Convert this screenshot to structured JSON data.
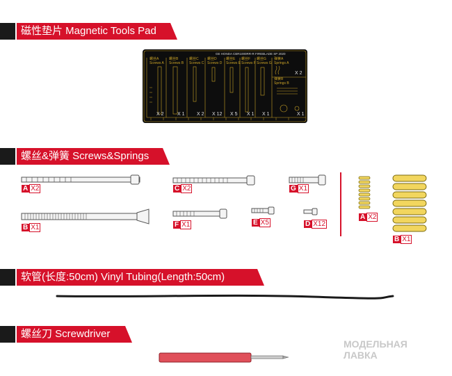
{
  "sections": {
    "pad": {
      "title": "磁性垫片 Magnetic Tools Pad"
    },
    "screws": {
      "title": "螺丝&弹簧 Screws&Springs"
    },
    "tubing": {
      "title": "软管(长度:50cm) Vinyl Tubing(Length:50cm)"
    },
    "driver": {
      "title": "螺丝刀 Screwdriver"
    }
  },
  "pad": {
    "header": "GE HONDA CBR1000RR-R FIREBLADE SP 2020",
    "columns": [
      {
        "cn": "螺丝A",
        "en": "Screws A",
        "count": "X 2"
      },
      {
        "cn": "螺丝B",
        "en": "Screws B",
        "count": "X 1"
      },
      {
        "cn": "螺丝C",
        "en": "Screws C",
        "count": "X 2"
      },
      {
        "cn": "螺丝D",
        "en": "Screws D",
        "count": "X 12"
      },
      {
        "cn": "螺丝E",
        "en": "Screws E",
        "count": "X 5"
      },
      {
        "cn": "螺丝F",
        "en": "Screws F",
        "count": "X 1"
      },
      {
        "cn": "螺丝G",
        "en": "Screws G",
        "count": "X 1"
      }
    ],
    "springs": [
      {
        "cn": "弹簧A",
        "en": "Springs A",
        "count": "X 2"
      },
      {
        "cn": "弹簧B",
        "en": "Springs B",
        "count": "X 1"
      }
    ]
  },
  "parts": {
    "a": {
      "code": "A",
      "qty": "X2"
    },
    "b": {
      "code": "B",
      "qty": "X1"
    },
    "c1": {
      "code": "C",
      "qty": "X2"
    },
    "f": {
      "code": "F",
      "qty": "X1"
    },
    "g": {
      "code": "G",
      "qty": "X1"
    },
    "e": {
      "code": "E",
      "qty": "X5"
    },
    "d": {
      "code": "D",
      "qty": "X12"
    },
    "spring_a": {
      "code": "A",
      "qty": "X2"
    },
    "spring_b": {
      "code": "B",
      "qty": "X1"
    }
  },
  "watermark": {
    "line1": "МОДЕЛЬНАЯ",
    "line2": "ЛАВКА"
  },
  "colors": {
    "accent": "#d6112a",
    "pad": "#0d0d0d",
    "gold": "#c9a227",
    "spring": "#f2d65e",
    "driver": "#e0505a"
  }
}
